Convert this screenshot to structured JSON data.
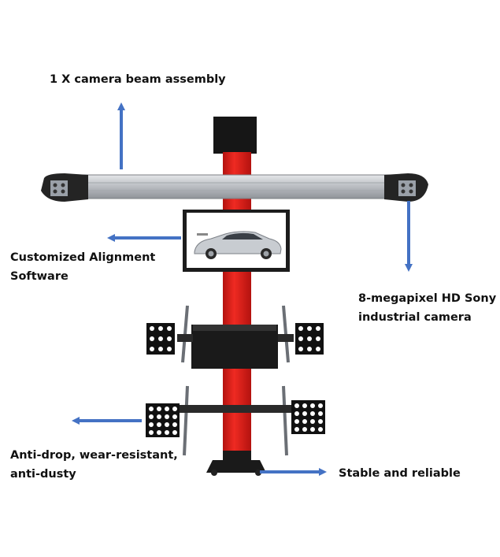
{
  "labels": {
    "camera_beam": "1 X camera beam assembly",
    "software_line1": "Customized Alignment",
    "software_line2": "Software",
    "sony_line1": "8-megapixel HD Sony",
    "sony_line2": "industrial camera",
    "antidrop_line1": "Anti-drop, wear-resistant,",
    "antidrop_line2": "anti-dusty",
    "stable": "Stable and reliable"
  },
  "colors": {
    "arrow": "#4472c4",
    "column": "#e3201b",
    "beam": "#c9cbcf"
  }
}
